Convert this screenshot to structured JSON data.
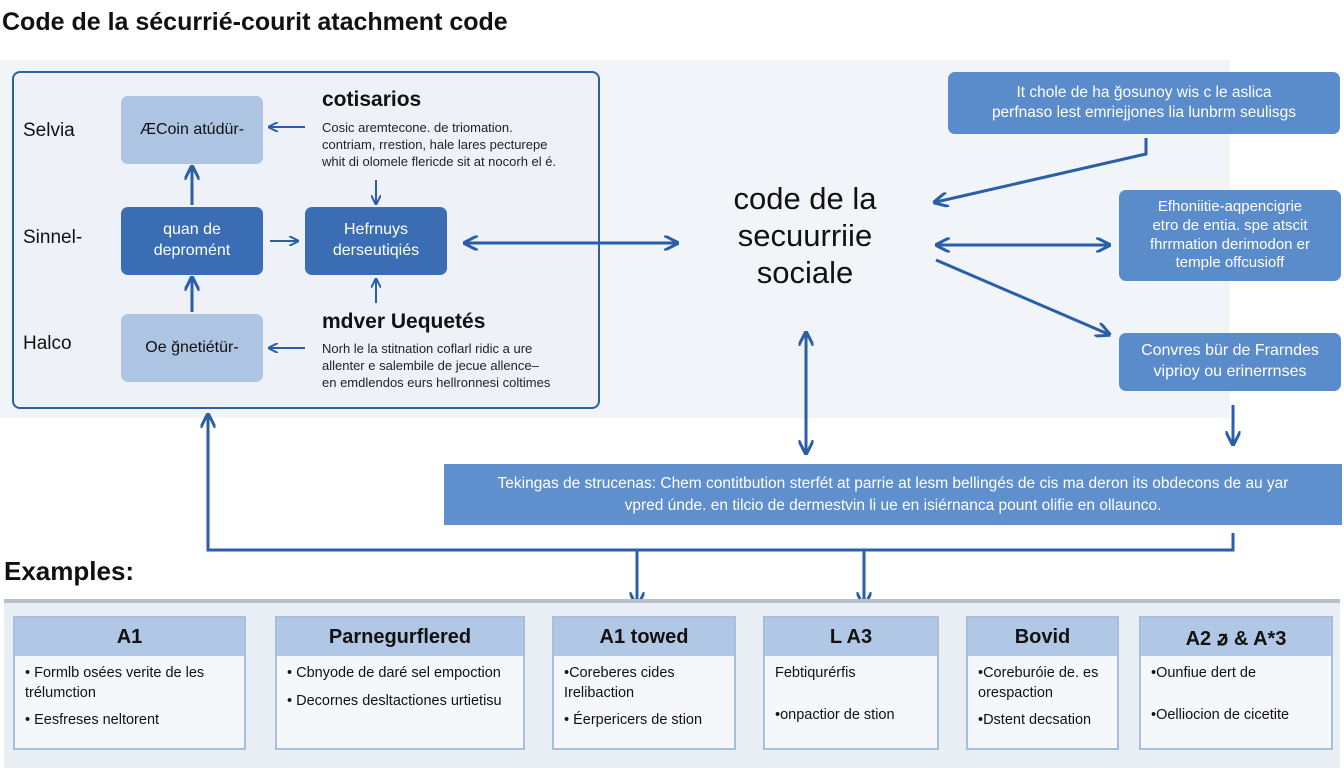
{
  "title": "Code de la sécurrié-courit atachment code",
  "left_panel": {
    "row_labels": [
      "Selvia",
      "Sinnel-",
      "Halco"
    ],
    "boxes": {
      "top": "ÆCoin atúdür-",
      "middle": "quan de depromént",
      "bottom": "Oe ğnetiétür-",
      "central": "Hefrnuys derseutiqiés"
    },
    "top_section": {
      "heading": "cotisarios",
      "lines": [
        "Cosic aremtecone. de triomation.",
        "contriam, rrestion, hale lares pecturepe",
        "whit di olomele flericde sit at nocorh el é."
      ]
    },
    "bottom_section": {
      "heading": "mdver Uequetés",
      "lines": [
        "Norh le la stitnation coflarl ridic a ure",
        "allenter e salembile de jecue allence–",
        "en emdlendos eurs hellronnesi coltimes"
      ]
    }
  },
  "center": {
    "lines": [
      "code de la",
      "secuurriie",
      "sociale"
    ]
  },
  "right_boxes": [
    {
      "lines": [
        "It chole de ha ğosunoy wis c le aslica",
        "perfnaso lest emriejjones lia lunbrm seulisgs"
      ]
    },
    {
      "lines": [
        "Efhoniitie-aqpencigrie",
        "etro de entia. spe atscit",
        "fhrrmation derimodon er",
        "temple offcusioff"
      ]
    },
    {
      "lines": [
        "Convres bür de Frarndes",
        "viprioy ou erinerrnses"
      ]
    }
  ],
  "band": {
    "lines": [
      "Tekingas de strucenas: Chem contitbution sterfét at parrie at lesm bellingés de cis ma deron its obdecons de au yar",
      "vpred únde. en tilcio de dermestvin li ue en isiérnanca pount olifie en ollaunco."
    ]
  },
  "examples": {
    "label": "Examples:",
    "cards": [
      {
        "title": "A1",
        "items": [
          "• Formlb osées verite de les trélumction",
          "• Eesfreses neltorent"
        ]
      },
      {
        "title": "Parnegurflered",
        "items": [
          "• Cbnyode de daré sel empoction",
          "• Decornes desltactiones urtietisu"
        ]
      },
      {
        "title": "A1 towed",
        "items": [
          "•Coreberes cides Irelibaction",
          "• Éerpericers de stion"
        ]
      },
      {
        "title": "L A3",
        "items": [
          "Febtiqurérfis",
          "•onpactior de stion"
        ]
      },
      {
        "title": "Bovid",
        "items": [
          "•Coreburóie de. es orespaction",
          "•Dstent decsation"
        ]
      },
      {
        "title": "A2  ꬿ &  A*3",
        "items": [
          "•Ounfiue dert de",
          "•Oelliocion de cicetite"
        ]
      }
    ]
  },
  "colors": {
    "arrow": "#2a5ea8",
    "dark_box": "#3a6db3",
    "light_box": "#adc4e3",
    "band": "#5f8fcc"
  }
}
